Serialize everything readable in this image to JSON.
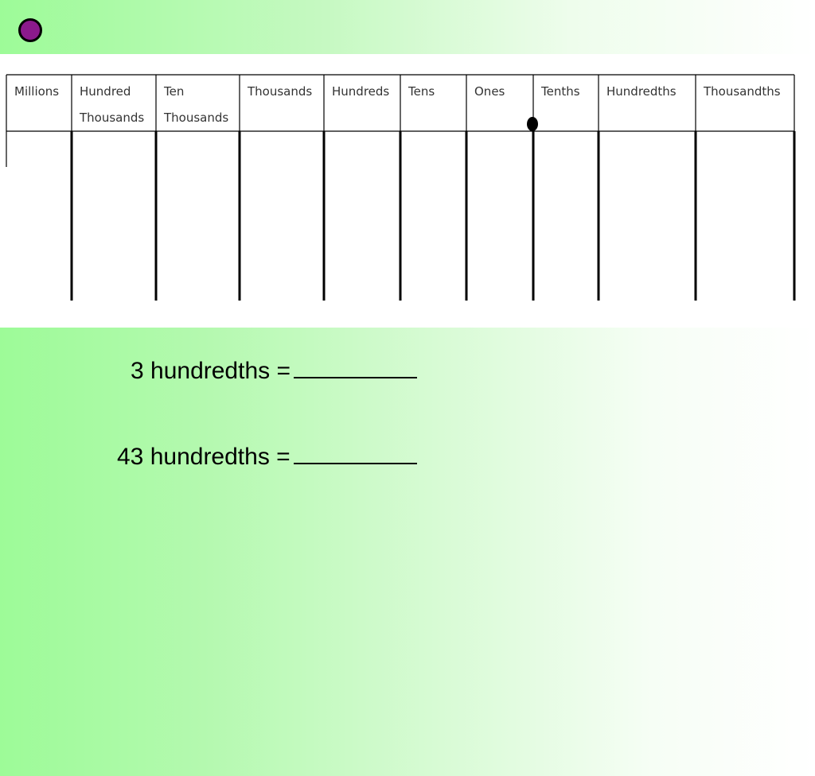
{
  "place_value_chart": {
    "columns": [
      [
        "Millions"
      ],
      [
        "Hundred",
        "Thousands"
      ],
      [
        "Ten",
        "Thousands"
      ],
      [
        "Thousands"
      ],
      [
        "Hundreds"
      ],
      [
        "Tens"
      ],
      [
        "Ones"
      ],
      [
        "Tenths"
      ],
      [
        "Hundredths"
      ],
      [
        "Thousandths"
      ]
    ]
  },
  "problems": [
    {
      "text": "3 hundredths ="
    },
    {
      "text": "43 hundredths ="
    }
  ],
  "colors": {
    "bullet_fill": "#8b1a8c",
    "gradient_start": "#9dfb98",
    "gradient_end": "#ffffff"
  }
}
